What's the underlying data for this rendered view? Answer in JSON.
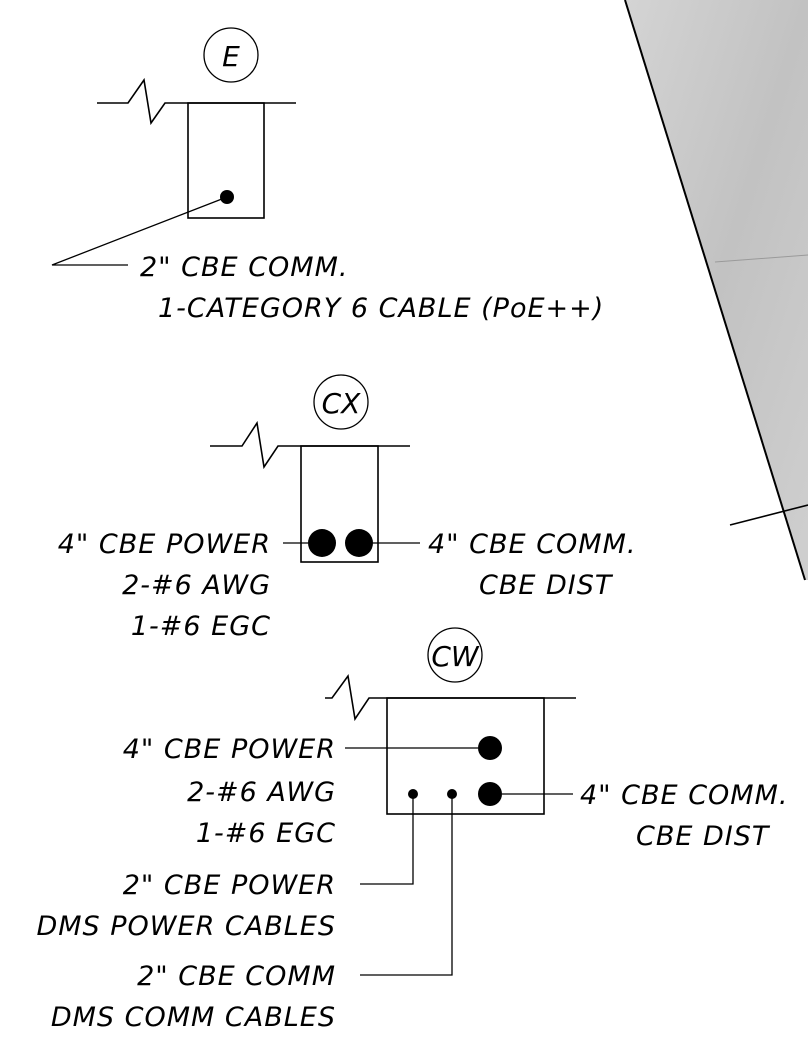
{
  "detail_e": {
    "tag": "E",
    "conduit_label": "2\" CBE  COMM.",
    "cable_label": "1-CATEGORY  6  CABLE  (PoE++)"
  },
  "detail_cx": {
    "tag": "CX",
    "left_label_1": "4\" CBE  POWER",
    "left_label_2": "2-#6  AWG",
    "left_label_3": "1-#6  EGC",
    "right_label_1": "4\" CBE  COMM.",
    "right_label_2": "CBE  DIST"
  },
  "detail_cw": {
    "tag": "CW",
    "power_label_1": "4\" CBE  POWER",
    "power_label_2": "2-#6  AWG",
    "power_label_3": "1-#6  EGC",
    "right_label_1": "4\" CBE  COMM.",
    "right_label_2": "CBE  DIST",
    "small_power_label_1": "2\" CBE  POWER",
    "small_power_label_2": "DMS  POWER  CABLES",
    "small_comm_label_1": "2\" CBE  COMM",
    "small_comm_label_2": "DMS  COMM  CABLES"
  },
  "colors": {
    "ink": "#000000",
    "background": "#ffffff",
    "photo_gray": "#c9c9c9"
  }
}
